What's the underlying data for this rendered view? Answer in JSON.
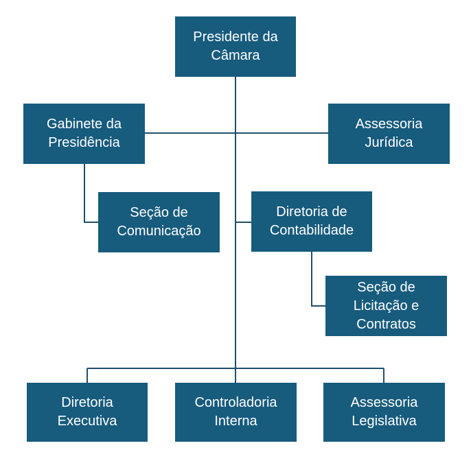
{
  "colors": {
    "box_fill": "#175b7d",
    "connector": "#1f4e6b",
    "text": "#ffffff",
    "background": "#ffffff"
  },
  "nodes": {
    "presidente": "Presidente da\nCâmara",
    "gabinete": "Gabinete da\nPresidência",
    "assessoria_juridica": "Assessoria\nJurídica",
    "secao_comunicacao": "Seção de\nComunicação",
    "diretoria_contabilidade": "Diretoria de\nContabilidade",
    "secao_licitacao": "Seção de\nLicitação e\nContratos",
    "diretoria_executiva": "Diretoria\nExecutiva",
    "controladoria": "Controladoria\nInterna",
    "assessoria_legislativa": "Assessoria\nLegislativa"
  }
}
